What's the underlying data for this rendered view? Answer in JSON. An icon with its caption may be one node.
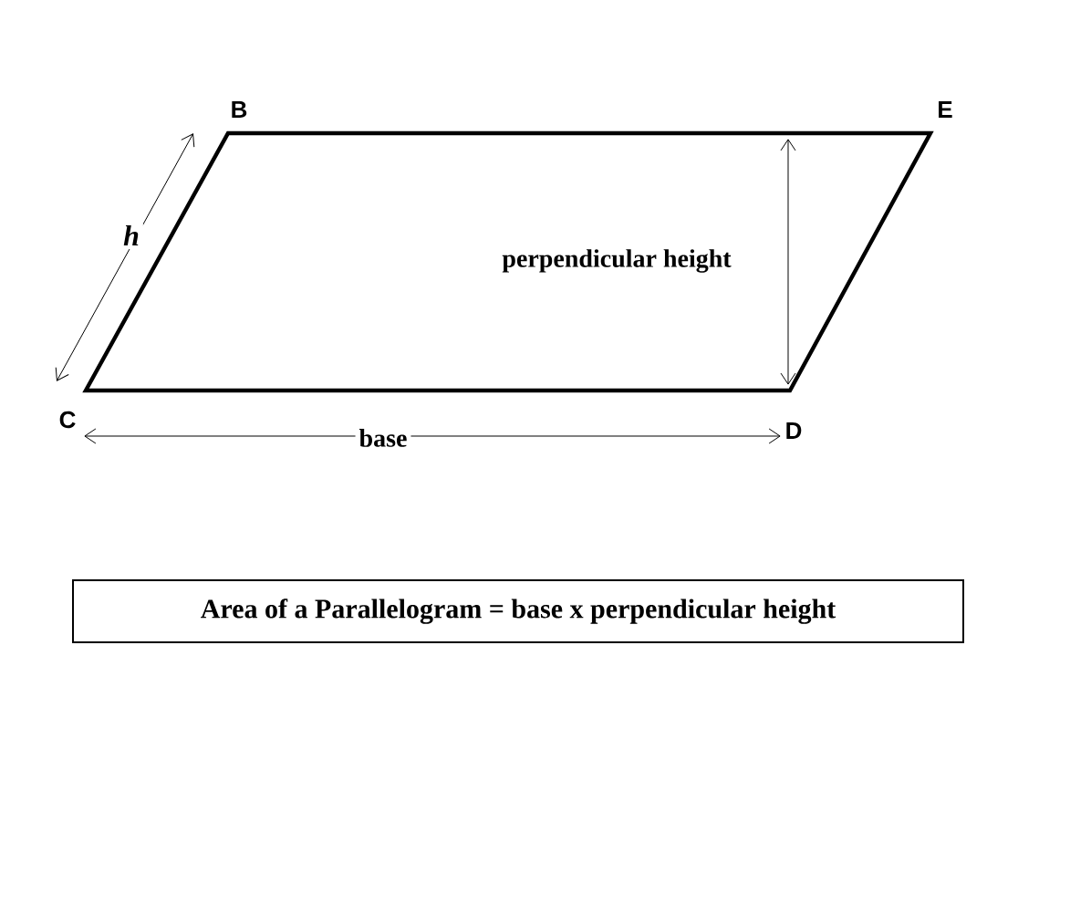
{
  "diagram": {
    "nodes": [
      {
        "text": [
          "Area of a Parallelogram = base x perpendicular height"
        ]
      }
    ],
    "edges": [],
    "labels": [
      "B",
      "E",
      "h",
      "perpendicular height",
      "C",
      "base",
      "D"
    ]
  }
}
